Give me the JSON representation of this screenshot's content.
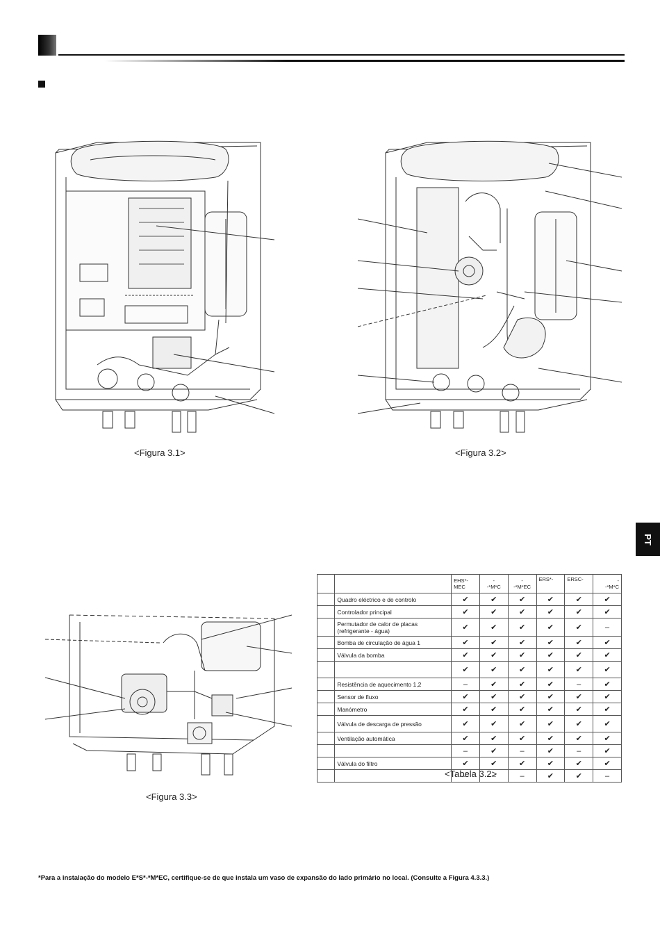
{
  "captions": {
    "fig1": "<Figura 3.1>",
    "fig2": "<Figura 3.2>",
    "fig3": "<Figura 3.3>",
    "table": "<Tabela 3.2>"
  },
  "side_tab": "PT",
  "table": {
    "headers": [
      "",
      "",
      "EHS*-MEC",
      "-\n-*M*C",
      "-\n-*M*EC",
      "ERS*-",
      "ERSC-",
      "-\n-*M*C"
    ],
    "rows": [
      {
        "name": "Quadro eléctrico e de controlo",
        "cells": [
          "✔",
          "✔",
          "✔",
          "✔",
          "✔",
          "✔"
        ]
      },
      {
        "name": "Controlador principal",
        "cells": [
          "✔",
          "✔",
          "✔",
          "✔",
          "✔",
          "✔"
        ]
      },
      {
        "name": "Permutador de calor de placas (refrigerante - água)",
        "cells": [
          "✔",
          "✔",
          "✔",
          "✔",
          "✔",
          "–"
        ]
      },
      {
        "name": "Bomba de circulação de água 1",
        "cells": [
          "✔",
          "✔",
          "✔",
          "✔",
          "✔",
          "✔"
        ]
      },
      {
        "name": "Válvula da bomba",
        "cells": [
          "✔",
          "✔",
          "✔",
          "✔",
          "✔",
          "✔"
        ]
      },
      {
        "name": "",
        "cells": [
          "✔",
          "✔",
          "✔",
          "✔",
          "✔",
          "✔"
        ]
      },
      {
        "name": "Resistência de aquecimento 1,2",
        "cells": [
          "–",
          "✔",
          "✔",
          "✔",
          "–",
          "✔"
        ]
      },
      {
        "name": "Sensor de fluxo",
        "cells": [
          "✔",
          "✔",
          "✔",
          "✔",
          "✔",
          "✔"
        ]
      },
      {
        "name": "Manómetro",
        "cells": [
          "✔",
          "✔",
          "✔",
          "✔",
          "✔",
          "✔"
        ]
      },
      {
        "name": "Válvula de descarga de pressão",
        "cells": [
          "✔",
          "✔",
          "✔",
          "✔",
          "✔",
          "✔"
        ]
      },
      {
        "name": "Ventilação automática",
        "cells": [
          "✔",
          "✔",
          "✔",
          "✔",
          "✔",
          "✔"
        ]
      },
      {
        "name": "",
        "cells": [
          "–",
          "✔",
          "–",
          "✔",
          "–",
          "✔"
        ]
      },
      {
        "name": "Válvula do filtro",
        "cells": [
          "✔",
          "✔",
          "✔",
          "✔",
          "✔",
          "✔"
        ]
      },
      {
        "name": "",
        "cells": [
          "–",
          "–",
          "–",
          "✔",
          "✔",
          "–"
        ]
      }
    ]
  },
  "footnote": "*Para a instalação do modelo E*S*-*M*EC, certifique-se de que instala um vaso de expansão do lado primário no local. (Consulte a Figura 4.3.3.)"
}
